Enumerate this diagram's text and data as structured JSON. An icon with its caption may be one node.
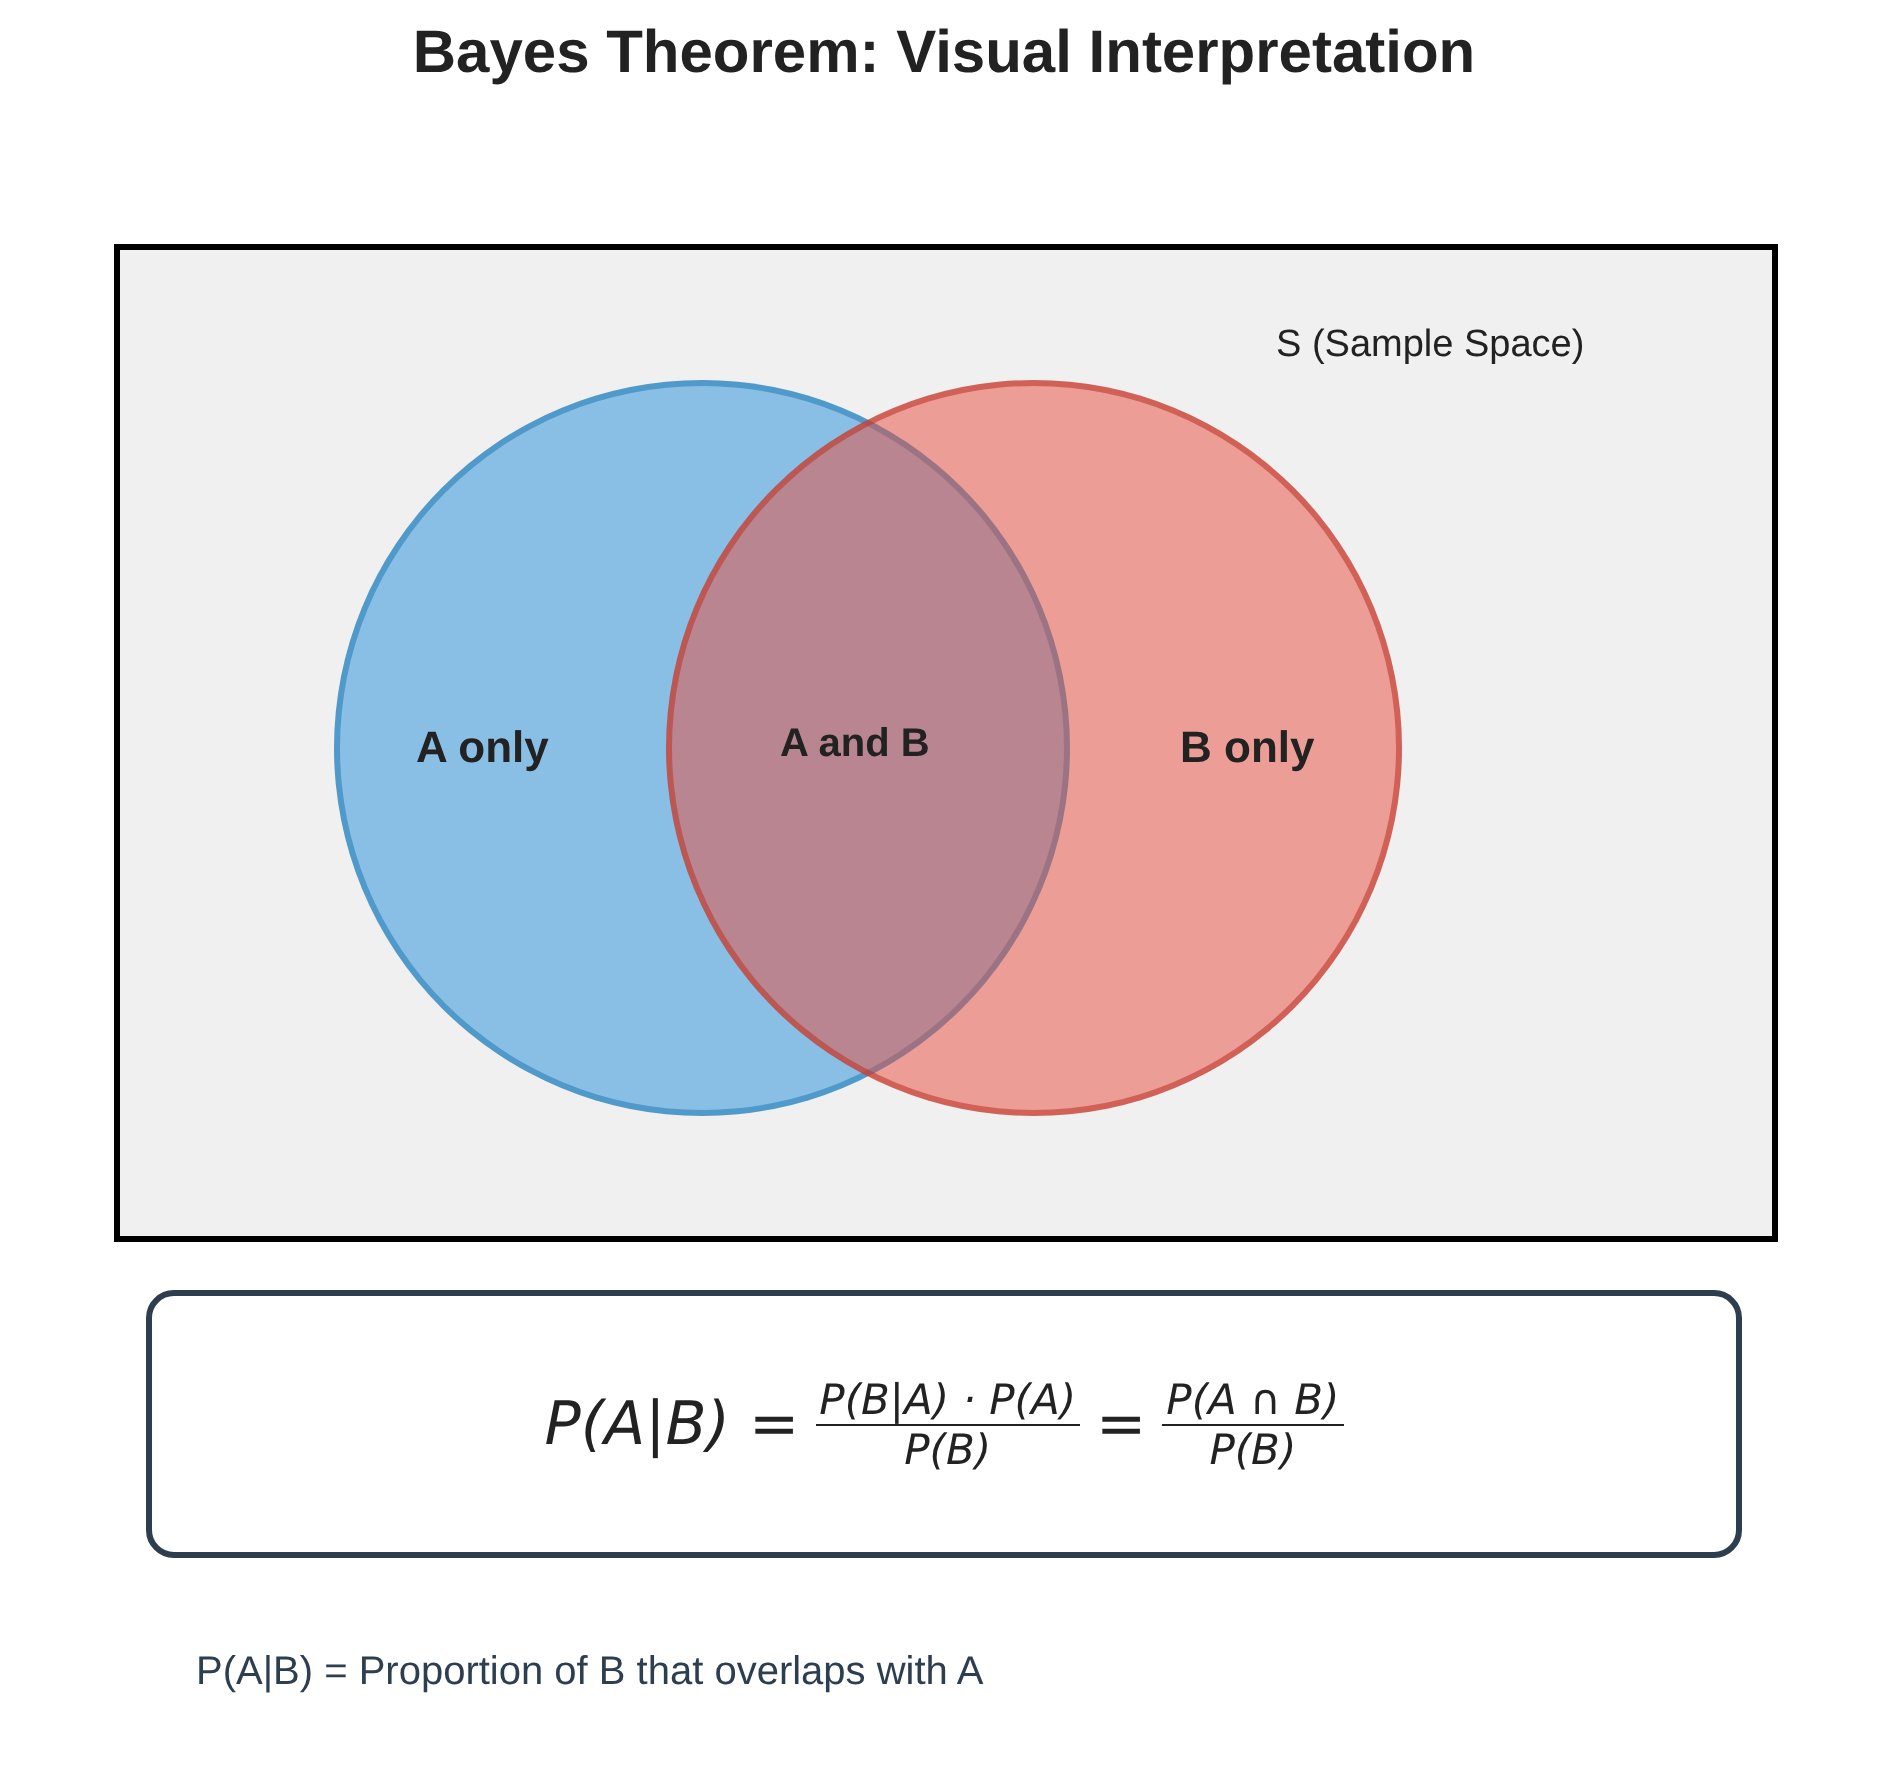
{
  "diagram": {
    "title": "Bayes Theorem: Visual Interpretation",
    "nodes": [
      {
        "text": [
          "S (Sample Space)"
        ]
      },
      {
        "text": [
          "A only"
        ],
        "in": 0
      },
      {
        "text": [
          "B only"
        ],
        "in": 0
      },
      {
        "text": [
          "P(A|B) =",
          "P(B|A) · P(A)",
          "P(B)",
          "=",
          "P(A ∩ B)",
          "P(B)"
        ]
      }
    ],
    "labels": [
      "A and B",
      "P(A|B) = Proportion of B that overlaps with A"
    ]
  }
}
